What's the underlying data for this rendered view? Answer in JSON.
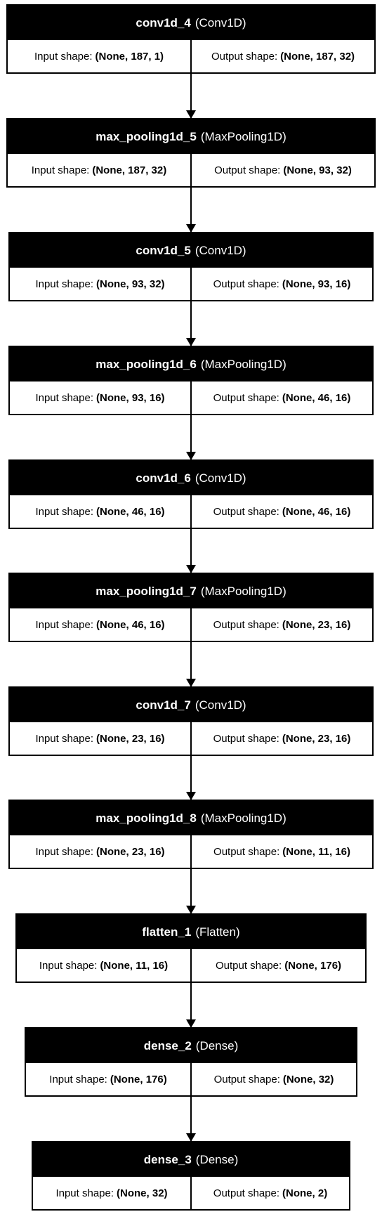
{
  "labels": {
    "input_prefix": "Input shape:",
    "output_prefix": "Output shape:"
  },
  "layers": [
    {
      "name": "conv1d_4",
      "type": "(Conv1D)",
      "input_shape": "(None, 187, 1)",
      "output_shape": "(None, 187, 32)"
    },
    {
      "name": "max_pooling1d_5",
      "type": "(MaxPooling1D)",
      "input_shape": "(None, 187, 32)",
      "output_shape": "(None, 93, 32)"
    },
    {
      "name": "conv1d_5",
      "type": "(Conv1D)",
      "input_shape": "(None, 93, 32)",
      "output_shape": "(None, 93, 16)"
    },
    {
      "name": "max_pooling1d_6",
      "type": "(MaxPooling1D)",
      "input_shape": "(None, 93, 16)",
      "output_shape": "(None, 46, 16)"
    },
    {
      "name": "conv1d_6",
      "type": "(Conv1D)",
      "input_shape": "(None, 46, 16)",
      "output_shape": "(None, 46, 16)"
    },
    {
      "name": "max_pooling1d_7",
      "type": "(MaxPooling1D)",
      "input_shape": "(None, 46, 16)",
      "output_shape": "(None, 23, 16)"
    },
    {
      "name": "conv1d_7",
      "type": "(Conv1D)",
      "input_shape": "(None, 23, 16)",
      "output_shape": "(None, 23, 16)"
    },
    {
      "name": "max_pooling1d_8",
      "type": "(MaxPooling1D)",
      "input_shape": "(None, 23, 16)",
      "output_shape": "(None, 11, 16)"
    },
    {
      "name": "flatten_1",
      "type": "(Flatten)",
      "input_shape": "(None, 11, 16)",
      "output_shape": "(None, 176)"
    },
    {
      "name": "dense_2",
      "type": "(Dense)",
      "input_shape": "(None, 176)",
      "output_shape": "(None, 32)"
    },
    {
      "name": "dense_3",
      "type": "(Dense)",
      "input_shape": "(None, 32)",
      "output_shape": "(None, 2)"
    }
  ]
}
